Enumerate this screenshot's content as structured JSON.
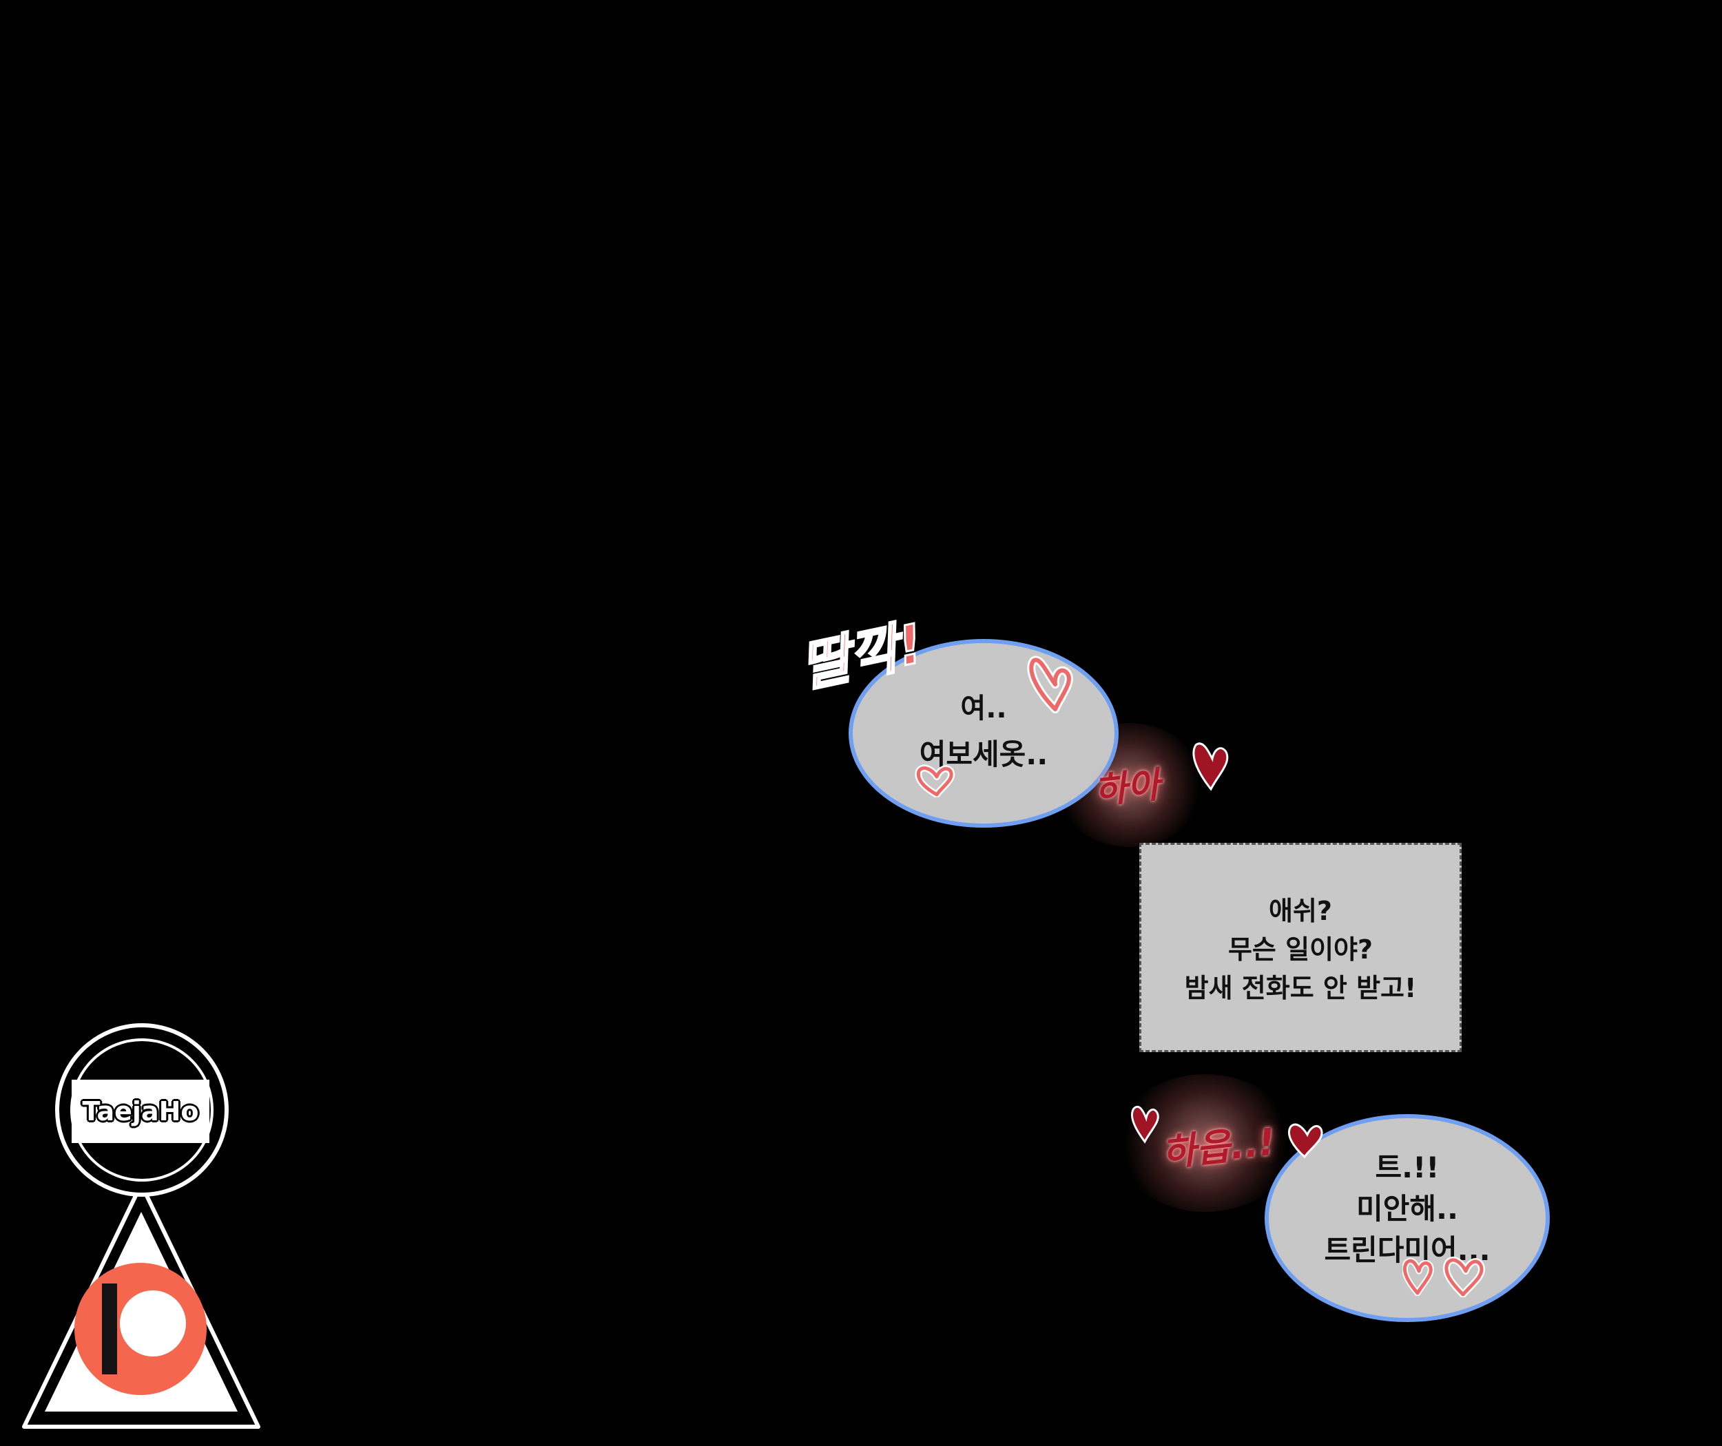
{
  "sfx": {
    "click": "딸깍!",
    "haa": "하아",
    "haeup": "하읍..!"
  },
  "bubble_top": {
    "line1": "여..",
    "line2": "여보세옷.."
  },
  "box_middle": {
    "lines": [
      "애쉬?",
      "무슨 일이야?",
      "밤새 전화도 안 받고!"
    ]
  },
  "bubble_bottom": {
    "line1": "트.!!",
    "line2": "미안해..",
    "line3": "트린다미어..."
  },
  "watermark": {
    "name": "TaejaHo"
  },
  "colors": {
    "background": "#000000",
    "bubble_fill": "#c7c7c7",
    "bubble_border": "#6f9ff0",
    "sfx_pink": "#ee6a6a",
    "sfx_dark": "#b01a2a",
    "heart_pink": "#ee6a6a",
    "heart_dark": "#a01423",
    "patreon": "#f4664d"
  },
  "icons": [
    "heart-icon",
    "patreon-logo-icon"
  ]
}
